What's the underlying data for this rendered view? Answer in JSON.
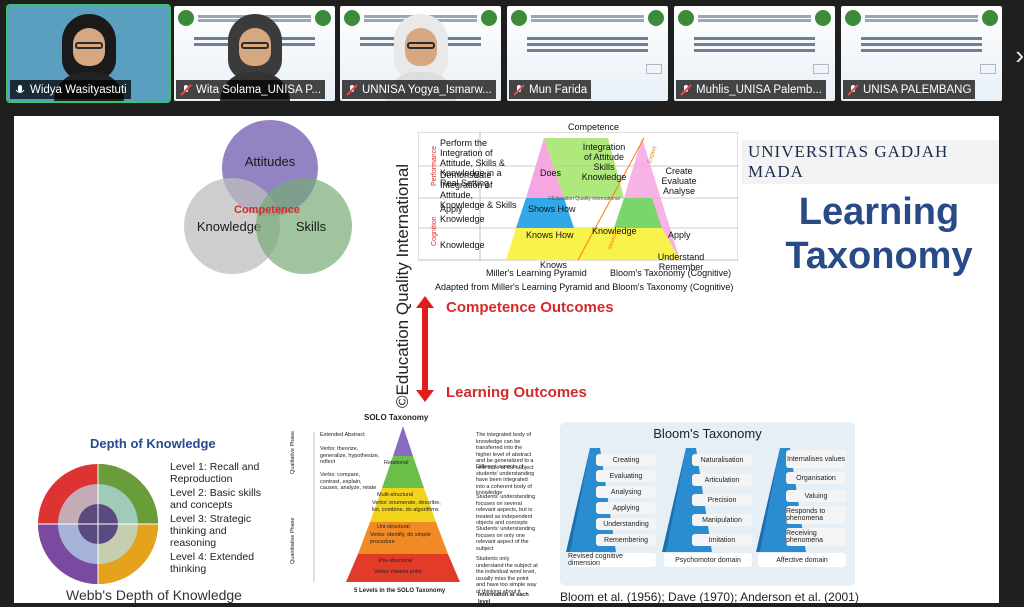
{
  "participants": [
    {
      "name": "Widya Wasityastuti",
      "muted": false,
      "active": true
    },
    {
      "name": "Wita Solama_UNISA P...",
      "muted": true,
      "active": false
    },
    {
      "name": "UNNISA Yogya_Ismarw...",
      "muted": true,
      "active": false
    },
    {
      "name": "Mun Farida",
      "muted": true,
      "active": false
    },
    {
      "name": "Muhlis_UNISA Palemb...",
      "muted": true,
      "active": false
    },
    {
      "name": "UNISA PALEMBANG",
      "muted": true,
      "active": false
    }
  ],
  "slide": {
    "university": "UNIVERSITAS GADJAH MADA",
    "title_line1": "Learning",
    "title_line2": "Taxonomy",
    "venn": {
      "top": "Attitudes",
      "left": "Knowledge",
      "right": "Skills",
      "center": "Competence"
    },
    "pyramid": {
      "title": "Competence",
      "rows": [
        "Perform the Integration of Attitude, Skills & Knowledge in a Real Setting",
        "Demonstrate Integration of Attitude, Knowledge & Skills",
        "Apply Knowledge",
        "Knowledge"
      ],
      "side_labels": [
        "Performance",
        "Cognition"
      ],
      "miller": [
        "Does",
        "Shows How",
        "Knows How",
        "Knows"
      ],
      "center": [
        "Integration of Attitude Skills Knowledge",
        "Knowledge"
      ],
      "bloom": [
        "Create Evaluate Analyse",
        "Apply",
        "Understand Remember"
      ],
      "edge_labels": [
        "Expert",
        "Novice"
      ],
      "watermark": "©Education Quality International",
      "left_caption": "Miller's Learning Pyramid",
      "right_caption": "Bloom's Taxonomy (Cognitive)",
      "source": "Adapted from Miller's Learning Pyramid and Bloom's Taxonomy (Cognitive)"
    },
    "vertical_text": "©Education Quality International",
    "competence_outcomes": "Competence Outcomes",
    "learning_outcomes": "Learning Outcomes",
    "dok": {
      "title": "Depth of Knowledge",
      "levels": [
        "Level 1: Recall and Reproduction",
        "Level 2: Basic skills and concepts",
        "Level 3: Strategic thinking and reasoning",
        "Level 4: Extended thinking"
      ],
      "caption": "Webb's Depth of Knowledge"
    },
    "solo": {
      "title": "SOLO Taxonomy",
      "levels": [
        "Extended Abstract",
        "Relational",
        "Multi-structural",
        "Uni-structural",
        "Pre-structural"
      ],
      "verbs": [
        "Verbs: theorize, generalize, hypothesize, reflect",
        "Verbs: compare, contrast, explain, causes, analyze, relate",
        "Verbs: enumerate, describe, list, combine, do algorithms",
        "Verbs: identify, do simple procedure",
        "Verbs: misses point"
      ],
      "phases": [
        "Qualitative Phase",
        "Quantitative Phase"
      ],
      "caption": "5 Levels in the SOLO Taxonomy",
      "side_caption": "Information at each level",
      "descriptions": [
        "The integrated body of knowledge can be transferred into the higher level of abstract and be generalized to a new topic of the subject",
        "Different aspects of students' understanding have been integrated into a coherent body of knowledge",
        "Students' understanding focuses on several relevant aspects, but is treated as independent objects and concepts",
        "Students' understanding focuses on only one relevant aspect of the subject",
        "Students only understand the subject at the individual word level, usually miss the point and have too simple way of thinking about it"
      ]
    },
    "bloom": {
      "title": "Bloom's Taxonomy",
      "cognitive": [
        "Creating",
        "Evaluating",
        "Analysing",
        "Applying",
        "Understanding",
        "Remembering"
      ],
      "psychomotor": [
        "Naturalisation",
        "Articulation",
        "Precision",
        "Manipulation",
        "Imitation"
      ],
      "affective": [
        "Internalises values",
        "Organisation",
        "Valuing",
        "Responds to phenomena",
        "Receiving phenomena"
      ],
      "domains": [
        "Revised cognitive dimension",
        "Psychomotor domain",
        "Affective domain"
      ],
      "citation": "Bloom et al. (1956); Dave (1970); Anderson et al. (2001)"
    }
  },
  "colors": {
    "accent_green": "#3cc36a",
    "title_blue": "#284a86",
    "outcome_red": "#d52a2a"
  }
}
